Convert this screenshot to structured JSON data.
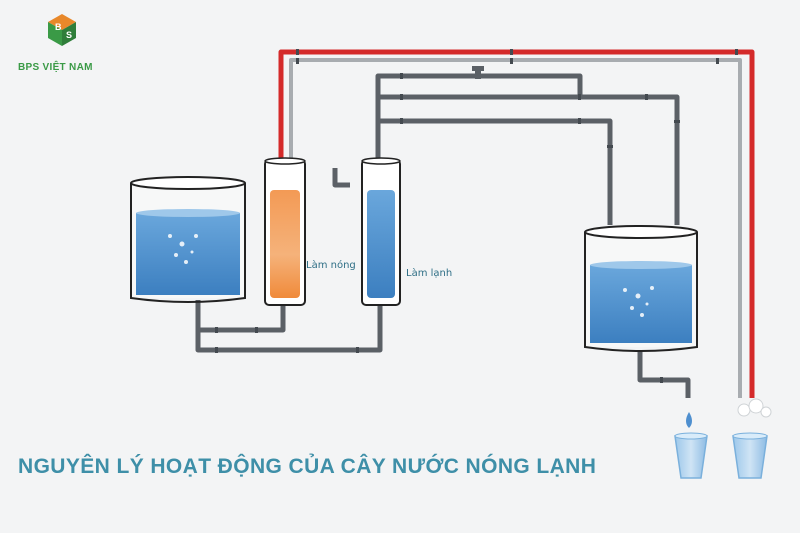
{
  "brand": {
    "name": "BPS VIỆT NAM",
    "colors": {
      "green": "#3a9a46",
      "orange": "#e8882a",
      "blue": "#3f86b8"
    }
  },
  "labels": {
    "heating": "Làm nóng",
    "cooling": "Làm lạnh"
  },
  "title": "NGUYÊN LÝ HOẠT ĐỘNG CỦA CÂY NƯỚC NÓNG LẠNH",
  "colors": {
    "hot_pipe": "#d42a2a",
    "cold_pipe": "#9a9ea2",
    "main_pipe": "#5b6066",
    "water": "#4e8fcf",
    "title": "#3e8fa8"
  }
}
